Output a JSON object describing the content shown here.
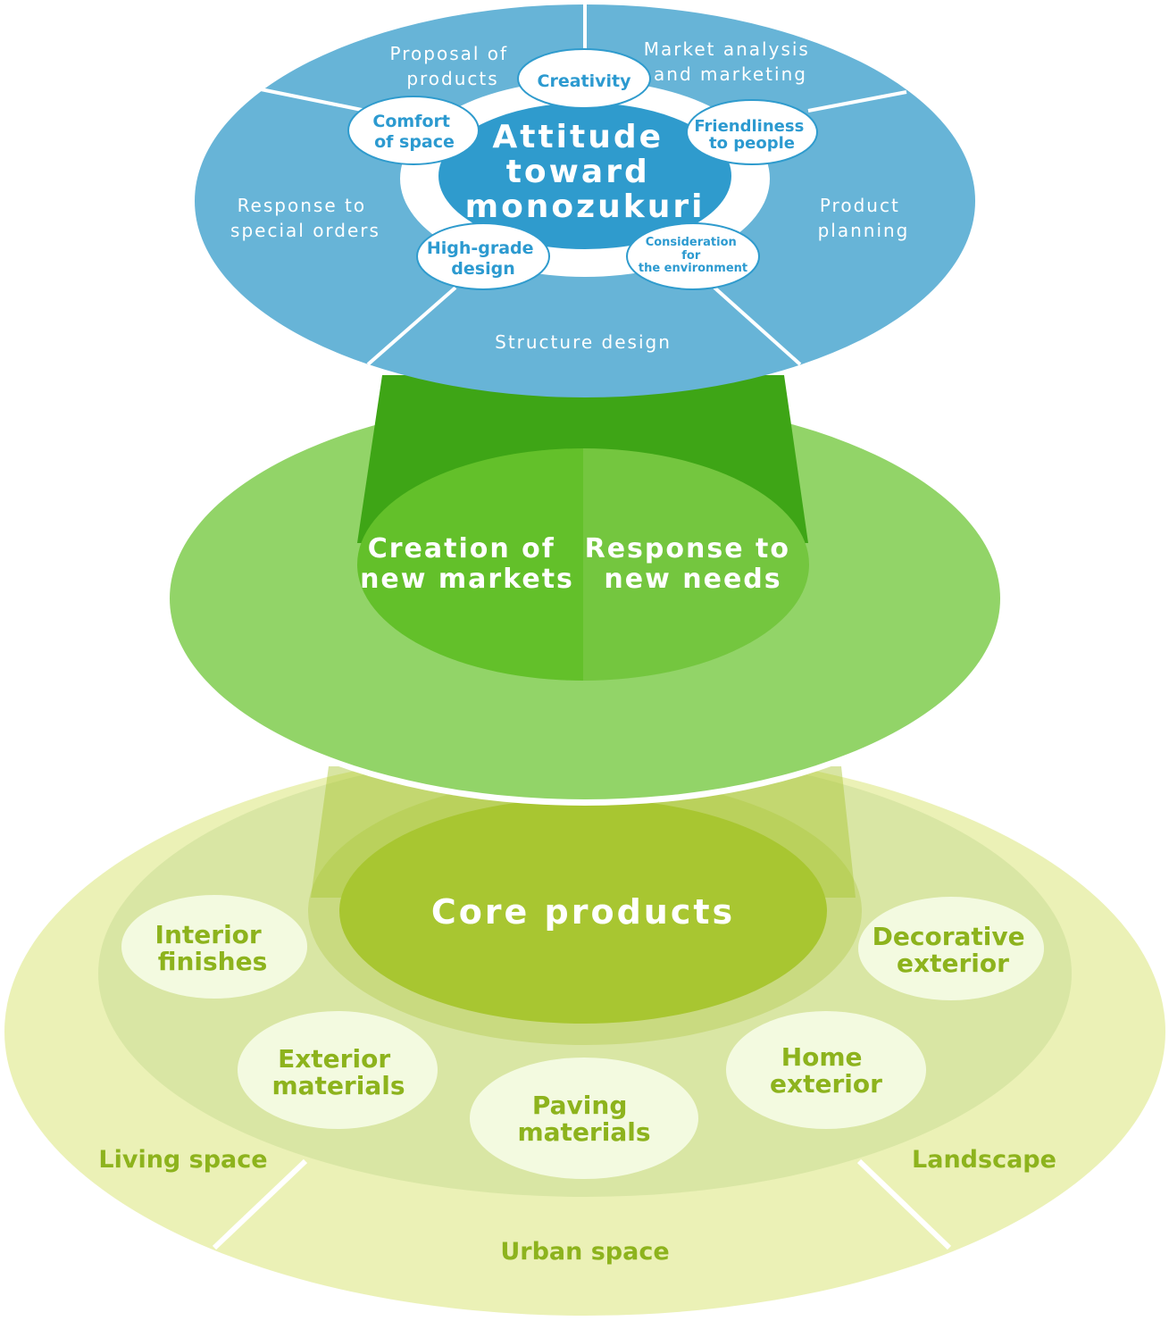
{
  "colors": {
    "top_outer": "#67b4d7",
    "top_core": "#2f9bcd",
    "top_badge_text": "#2c9ad0",
    "mid_outer": "#92d468",
    "mid_left": "#63c02a",
    "mid_right": "#74c63f",
    "mid_beam": "#3ea516",
    "bottom_outer": "#ebf1b6",
    "bottom_ring": "#d9e6a4",
    "bottom_core": "#a8c631",
    "bottom_badge": "#f3fae0",
    "bottom_text": "#8db31d"
  },
  "top_layer": {
    "core_title": [
      "Attitude",
      "toward",
      "monozukuri"
    ],
    "values": {
      "creativity": [
        "Creativity"
      ],
      "comfort": [
        "Comfort",
        "of space"
      ],
      "friendliness": [
        "Friendliness",
        "to people"
      ],
      "high_grade": [
        "High-grade",
        "design"
      ],
      "environment": [
        "Consideration",
        "for",
        "the environment"
      ]
    },
    "segments": {
      "proposal": [
        "Proposal of",
        "products"
      ],
      "market": [
        "Market analysis",
        "and marketing"
      ],
      "product_planning": [
        "Product",
        "planning"
      ],
      "structure": [
        "Structure design"
      ],
      "special_orders": [
        "Response to",
        "special orders"
      ]
    }
  },
  "middle_layer": {
    "left": [
      "Creation of",
      "new markets"
    ],
    "right": [
      "Response to",
      "new needs"
    ]
  },
  "bottom_layer": {
    "core": "Core products",
    "products": {
      "interior": [
        "Interior",
        "finishes"
      ],
      "decorative": [
        "Decorative",
        "exterior"
      ],
      "exterior_materials": [
        "Exterior",
        "materials"
      ],
      "paving": [
        "Paving",
        "materials"
      ],
      "home": [
        "Home",
        "exterior"
      ]
    },
    "spaces": {
      "living": "Living space",
      "landscape": "Landscape",
      "urban": "Urban space"
    }
  }
}
